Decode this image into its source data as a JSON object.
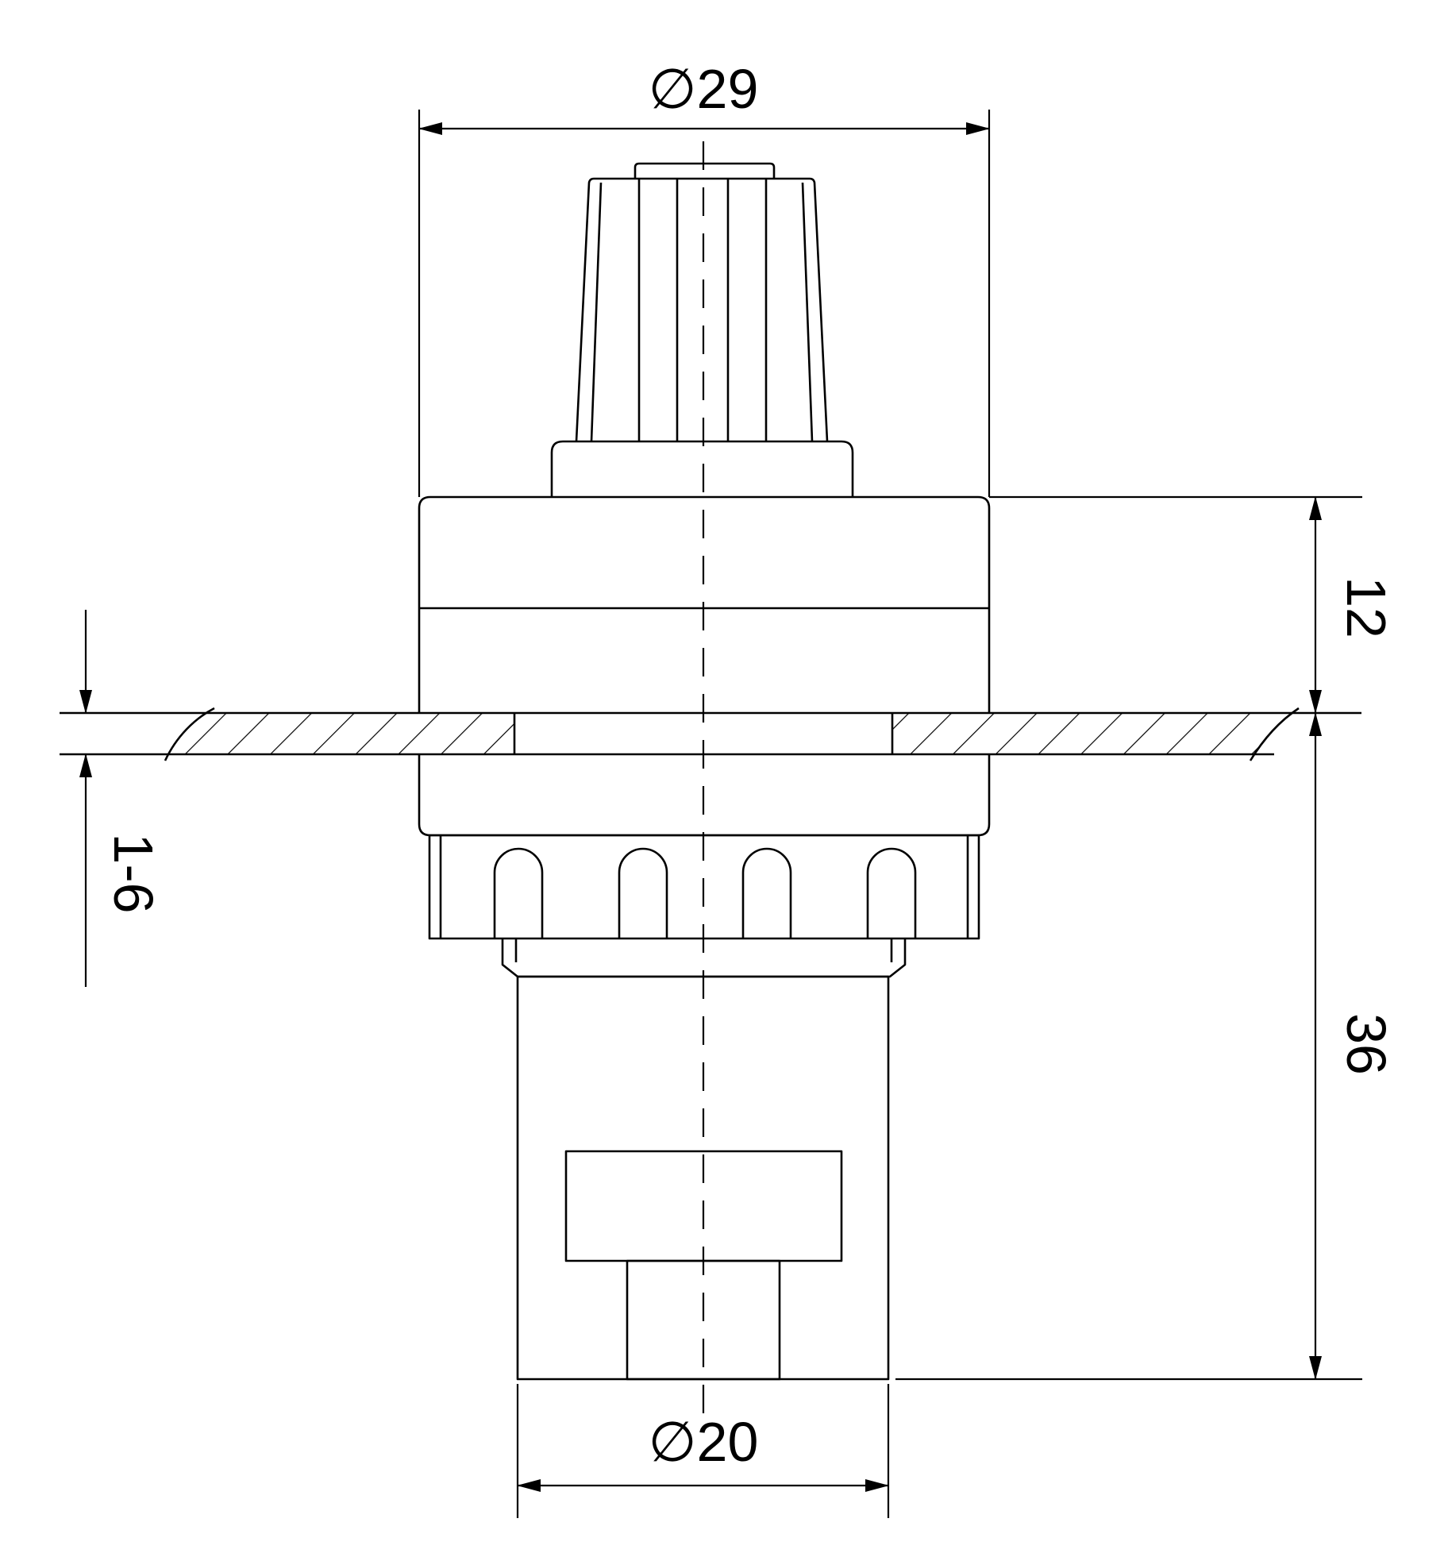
{
  "drawing": {
    "colors": {
      "line": "#000000",
      "background": "#ffffff"
    },
    "dimensions": {
      "top_diameter": "∅29",
      "bottom_diameter": "∅20",
      "upper_height": "12",
      "lower_height": "36",
      "panel_thickness": "1-6"
    }
  }
}
